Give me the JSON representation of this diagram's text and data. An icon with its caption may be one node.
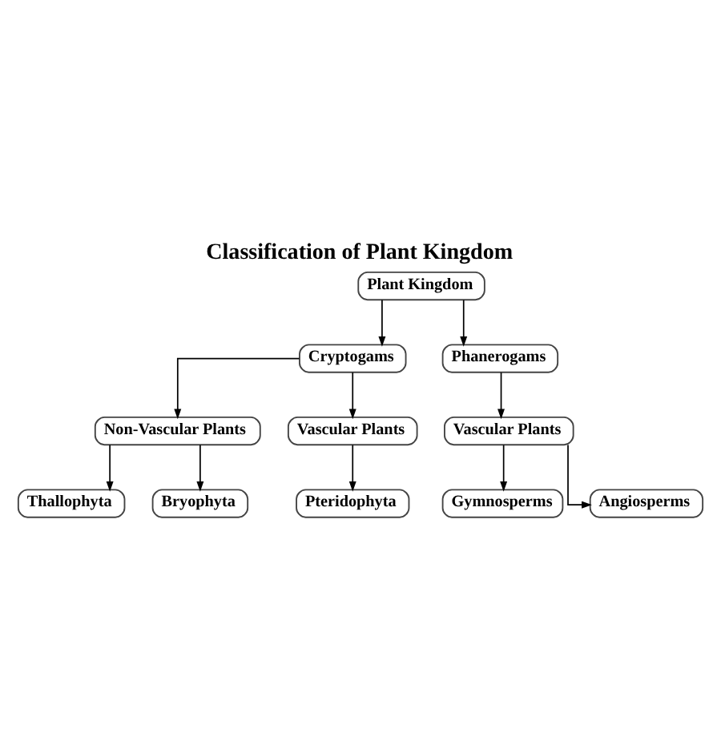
{
  "diagram": {
    "title": "Classification of Plant Kingdom",
    "nodes": [
      {
        "text": [
          "Plant Kingdom"
        ]
      },
      {
        "text": [
          "Cryptogams"
        ]
      },
      {
        "text": [
          "Phanerogams"
        ]
      },
      {
        "text": [
          "Non-Vascular Plants"
        ]
      },
      {
        "text": [
          "Vascular Plants"
        ]
      },
      {
        "text": [
          "Vascular Plants"
        ]
      },
      {
        "text": [
          "Thallophyta"
        ]
      },
      {
        "text": [
          "Bryophyta"
        ]
      },
      {
        "text": [
          "Pteridophyta"
        ]
      },
      {
        "text": [
          "Gymnosperms"
        ]
      },
      {
        "text": [
          "Angiosperms"
        ]
      }
    ],
    "edges": [
      {
        "from": 0,
        "to": 1,
        "arrow": "to"
      },
      {
        "from": 0,
        "to": 2,
        "arrow": "to"
      },
      {
        "from": 1,
        "to": 3,
        "arrow": "to"
      },
      {
        "from": 1,
        "to": 4,
        "arrow": "to"
      },
      {
        "from": 2,
        "to": 5,
        "arrow": "to"
      },
      {
        "from": 3,
        "to": 6,
        "arrow": "to"
      },
      {
        "from": 3,
        "to": 7,
        "arrow": "to"
      },
      {
        "from": 4,
        "to": 8,
        "arrow": "to"
      },
      {
        "from": 5,
        "to": 9,
        "arrow": "to"
      },
      {
        "from": 5,
        "to": 10,
        "arrow": "to"
      }
    ]
  }
}
